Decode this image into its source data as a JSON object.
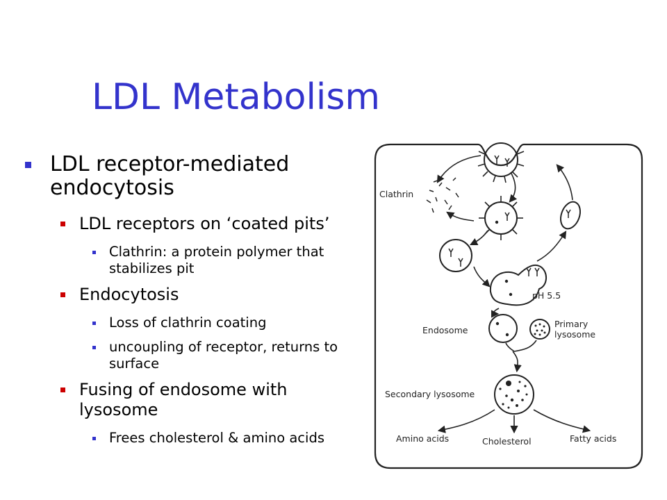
{
  "slide": {
    "title": "LDL Metabolism",
    "bullets": {
      "b1": "LDL receptor-mediated endocytosis",
      "b1_1": "LDL receptors on ‘coated pits’",
      "b1_1_1": "Clathrin: a protein polymer that stabilizes pit",
      "b1_2": "Endocytosis",
      "b1_2_1": "Loss of clathrin coating",
      "b1_2_2": "uncoupling of receptor, returns to surface",
      "b1_3": "Fusing of endosome with lysosome",
      "b1_3_1": "Frees cholesterol & amino acids"
    }
  },
  "figure": {
    "labels": {
      "clathrin": "Clathrin",
      "ph": "pH 5.5",
      "endosome": "Endosome",
      "primary_line1": "Primary",
      "primary_line2": "lysosome",
      "secondary": "Secondary lysosome",
      "amino": "Amino acids",
      "cholesterol": "Cholesterol",
      "fatty": "Fatty acids"
    }
  },
  "colors": {
    "title": "#3333cc",
    "level1_bullet": "#3333cc",
    "level2_bullet": "#cc0000",
    "level3_bullet": "#3333cc"
  }
}
